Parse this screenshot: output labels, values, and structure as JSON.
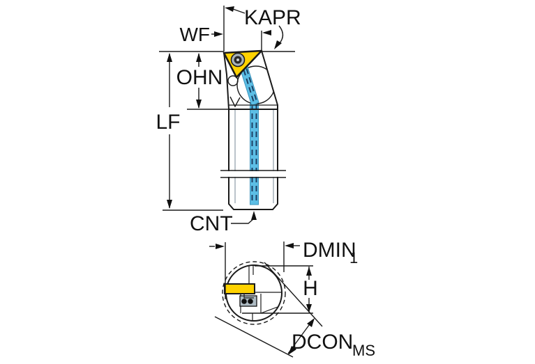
{
  "diagram": {
    "description": "Tool holder dimension drawing, side view and end view",
    "labels": {
      "kapr": "KAPR",
      "wf": "WF",
      "ohn": "OHN",
      "lf": "LF",
      "cnt": "CNT",
      "dmin": "DMIN",
      "dmin_sub": "1",
      "h": "H",
      "dcon": "DCON",
      "dcon_sub": "MS"
    },
    "colors": {
      "insert": "#FFD200",
      "body": "#CBD5DB",
      "outline": "#1A1A1A",
      "coolant_fill": "#5CBEE5",
      "coolant_dash": "#1C3F63",
      "screw_ring": "#A8B3BB",
      "screw_core": "#2B2B2B",
      "pocket_fill": "#AEBBC3"
    }
  }
}
